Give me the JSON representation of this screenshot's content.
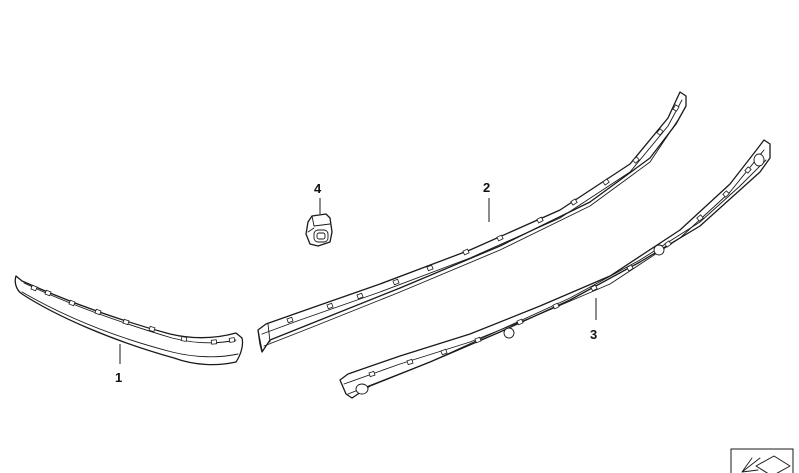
{
  "callouts": [
    {
      "id": "1",
      "label": "1"
    },
    {
      "id": "2",
      "label": "2"
    },
    {
      "id": "3",
      "label": "3"
    },
    {
      "id": "4",
      "label": "4"
    }
  ],
  "icons": {
    "corner": "exploded-view-arrow-icon"
  },
  "colors": {
    "line": "#1a1a1a",
    "background": "#ffffff"
  }
}
